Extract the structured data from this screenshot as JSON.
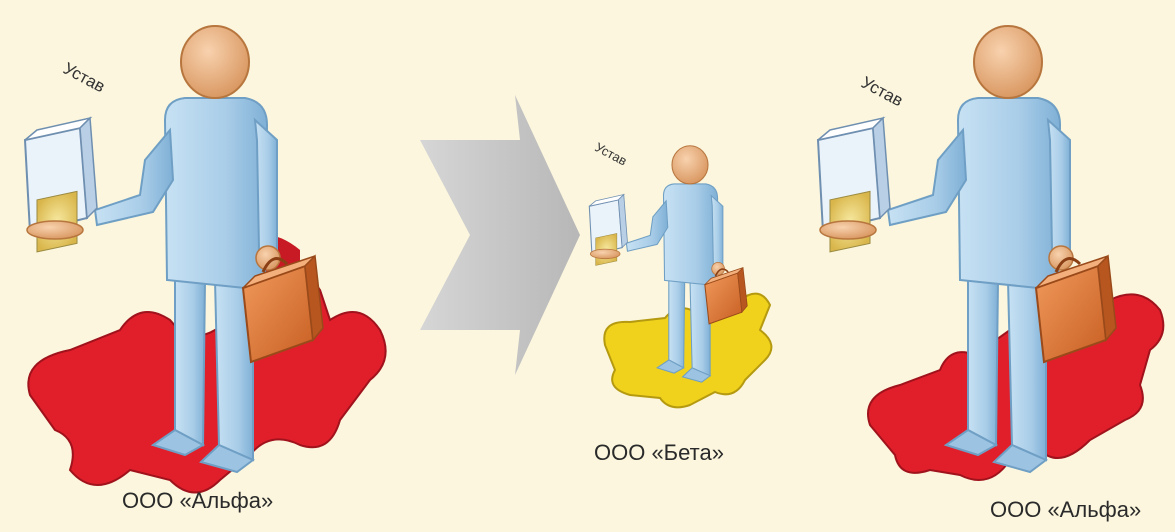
{
  "figures": [
    {
      "id": "alpha-left",
      "document_label": "Устав",
      "company": "ООО «Альфа»",
      "puzzle_color": "#e01f2b"
    },
    {
      "id": "beta-center",
      "document_label": "Устав",
      "company": "ООО «Бета»",
      "puzzle_color": "#f0d21c"
    },
    {
      "id": "alpha-right",
      "document_label": "Устав",
      "company": "ООО «Альфа»",
      "puzzle_color": "#e01f2b"
    }
  ],
  "colors": {
    "background": "#fbf6dd",
    "person_body": "#a9cde8",
    "person_shade": "#7fb0d6",
    "head": "#f0b98a",
    "briefcase": "#e07a3c",
    "arrow": "#c9c9c9"
  },
  "arrow_icon": "transition-arrow"
}
